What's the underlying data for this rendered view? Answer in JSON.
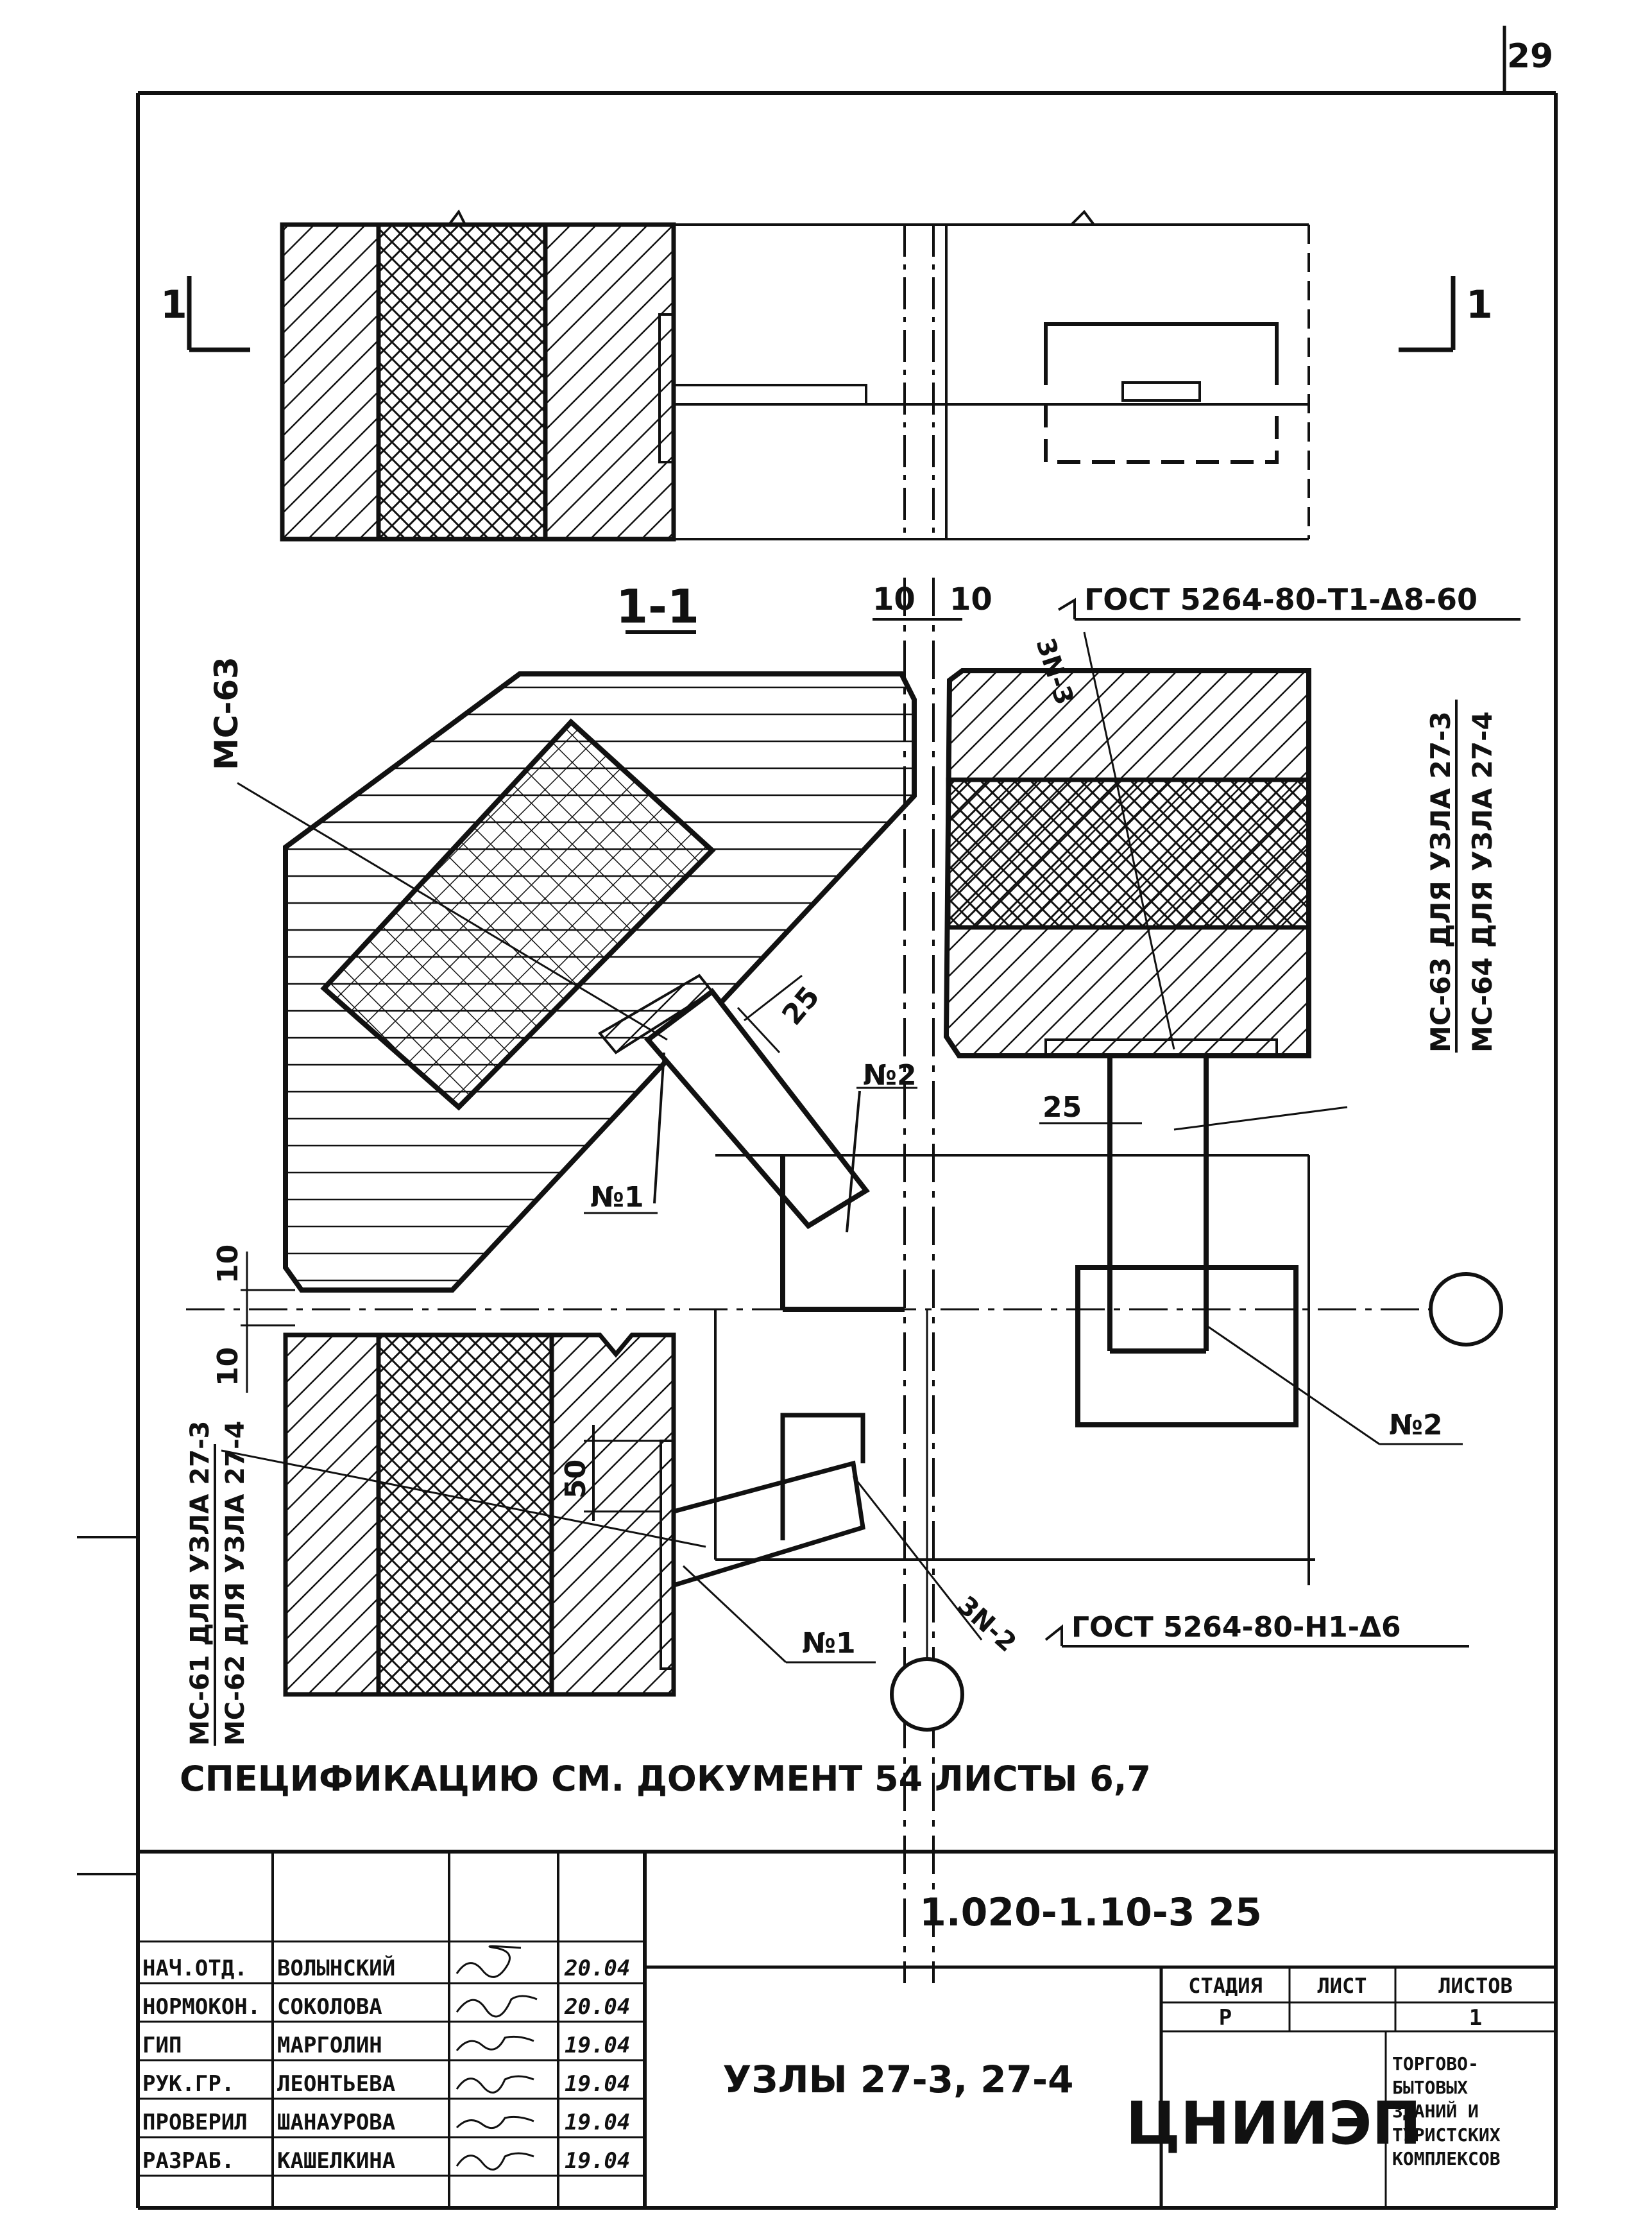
{
  "sheet": {
    "page_number": "29"
  },
  "top_view": {
    "cut_marker_left": "1",
    "cut_marker_right": "1"
  },
  "section": {
    "title": "1-1",
    "dim_left_10": "10",
    "dim_right_10": "10",
    "gost_top": "ГОСТ 5264-80-Т1-Δ8-60",
    "weld_note_top": "3N-3",
    "panel_left_label": "МС-63",
    "panel_right_label_top": "МС-63 ДЛЯ УЗЛА 27-3",
    "panel_right_label_bottom": "МС-64 ДЛЯ УЗЛА 27-4",
    "dim_25_a": "25",
    "dim_25_b": "25",
    "part_no2_a": "№2",
    "part_no1_a": "№1",
    "part_no2_b": "№2",
    "part_no1_b": "№1",
    "dim_50": "50",
    "dim_left_vertical_10a": "10",
    "dim_left_vertical_10b": "10",
    "panel_bottom_label_top": "МС-61 ДЛЯ УЗЛА 27-3",
    "panel_bottom_label_bottom": "МС-62 ДЛЯ УЗЛА 27-4",
    "weld_note_bottom": "3N-2",
    "gost_bottom": "ГОСТ 5264-80-Н1-Δ6"
  },
  "spec_note": "СПЕЦИФИКАЦИЮ СМ. ДОКУМЕНТ 54 ЛИСТЫ 6,7",
  "title_block": {
    "doc_code": "1.020-1.10-3 25",
    "sheet_title": "УЗЛЫ 27-3, 27-4",
    "stage_header": "СТАДИЯ",
    "sheet_header": "ЛИСТ",
    "sheets_header": "ЛИСТОВ",
    "stage_value": "Р",
    "sheet_value": "",
    "sheets_value": "1",
    "org_logo": "ЦНИИЭП",
    "org_desc": [
      "ТОРГОВО-",
      "БЫТОВЫХ",
      "ЗДАНИЙ И",
      "ТУРИСТСКИХ",
      "КОМПЛЕКСОВ"
    ],
    "rows": [
      {
        "role": "НАЧ.ОТД.",
        "name": "ВОЛЫНСКИЙ",
        "date": "20.04"
      },
      {
        "role": "НОРМОКОН.",
        "name": "СОКОЛОВА",
        "date": "20.04"
      },
      {
        "role": "ГИП",
        "name": "МАРГОЛИН",
        "date": "19.04"
      },
      {
        "role": "РУК.ГР.",
        "name": "ЛЕОНТЬЕВА",
        "date": "19.04"
      },
      {
        "role": "ПРОВЕРИЛ",
        "name": "ШАНАУРОВА",
        "date": "19.04"
      },
      {
        "role": "РАЗРАБ.",
        "name": "КАШЕЛКИНА",
        "date": "19.04"
      }
    ]
  }
}
